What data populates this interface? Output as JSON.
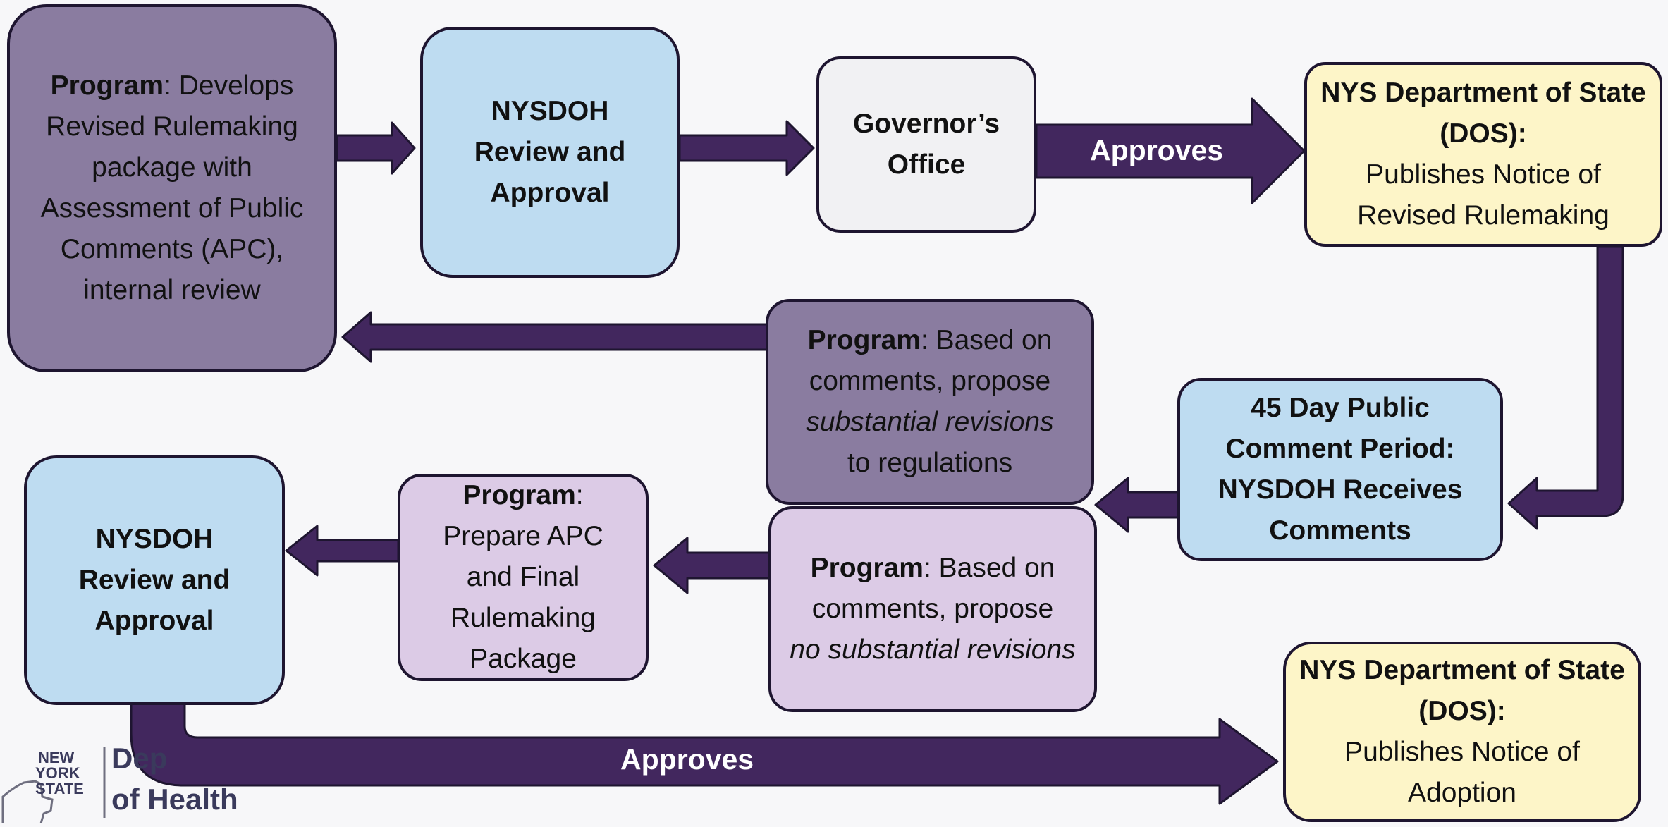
{
  "colors": {
    "arrow": "#42275e",
    "border": "#1e1530",
    "purple_dark": "#8a7ca0",
    "purple_light": "#dccbe6",
    "blue": "#bedcf1",
    "yellow": "#fdf5c8",
    "white": "#f1f1f3"
  },
  "nodes": {
    "program_develops": {
      "bold": "Program",
      "text": ": Develops Revised Rulemaking package with Assessment of Public Comments (APC), internal review"
    },
    "nysdoh_review_1": {
      "text": "NYSDOH Review and Approval"
    },
    "governors_office": {
      "text": "Governor’s Office"
    },
    "dos_revised": {
      "bold": "NYS Department of State (DOS):",
      "text": "Publishes Notice of Revised Rulemaking"
    },
    "program_substantial": {
      "bold": "Program",
      "text_a": ": Based on comments, propose",
      "italic": "substantial revisions",
      "text_b": "to regulations"
    },
    "comment_period": {
      "text": "45 Day Public Comment Period: NYSDOH Receives Comments"
    },
    "nysdoh_review_2": {
      "text": "NYSDOH Review and Approval"
    },
    "program_prepare": {
      "bold": "Program",
      "text": ": Prepare APC and Final Rulemaking Package"
    },
    "program_no_substantial": {
      "bold": "Program",
      "text_a": ": Based on comments, propose",
      "italic": "no substantial revisions"
    },
    "dos_adoption": {
      "bold": "NYS Department of State (DOS):",
      "text": "Publishes Notice of Adoption"
    }
  },
  "arrow_labels": {
    "approves_top": "Approves",
    "approves_bottom": "Approves"
  },
  "logo": {
    "line1": "NEW",
    "line2": "YORK",
    "line3": "STATE",
    "dept_partial": "Dep",
    "dept_line2": "of Health"
  }
}
